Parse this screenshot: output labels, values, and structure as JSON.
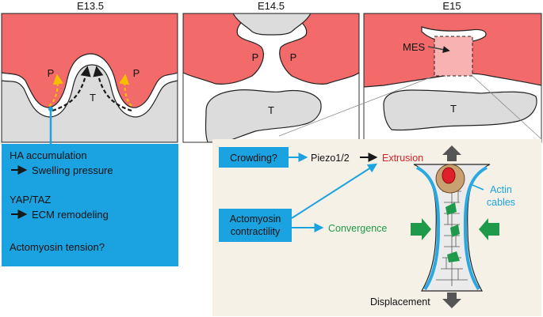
{
  "stages": {
    "e13": {
      "title": "E13.5",
      "palate_label": "P",
      "tongue_label": "T"
    },
    "e14": {
      "title": "E14.5",
      "palate_label": "P",
      "tongue_label": "T"
    },
    "e15": {
      "title": "E15",
      "mes_label": "MES",
      "tongue_label": "T"
    }
  },
  "blue_box": {
    "line1": "HA accumulation",
    "line2": "Swelling pressure",
    "line3": "YAP/TAZ",
    "line4": "ECM remodeling",
    "line5": "Actomyosin tension?"
  },
  "mechanism": {
    "crowding": "Crowding?",
    "piezo": "Piezo1/2",
    "extrusion": "Extrusion",
    "actomyosin_1": "Actomyosin",
    "actomyosin_2": "contractility",
    "convergence": "Convergence",
    "actin_1": "Actin",
    "actin_2": "cables",
    "displacement": "Displacement"
  },
  "colors": {
    "palate_red": "#f26a6a",
    "tongue_gray": "#dcdcdc",
    "blue_box": "#1aa3e0",
    "panel_beige": "#f6f1e6",
    "extrusion_red": "#e0202a",
    "convergence_green": "#1f9a4a",
    "actin_blue": "#2aa8e0",
    "hint_yellow": "#f5c000"
  }
}
